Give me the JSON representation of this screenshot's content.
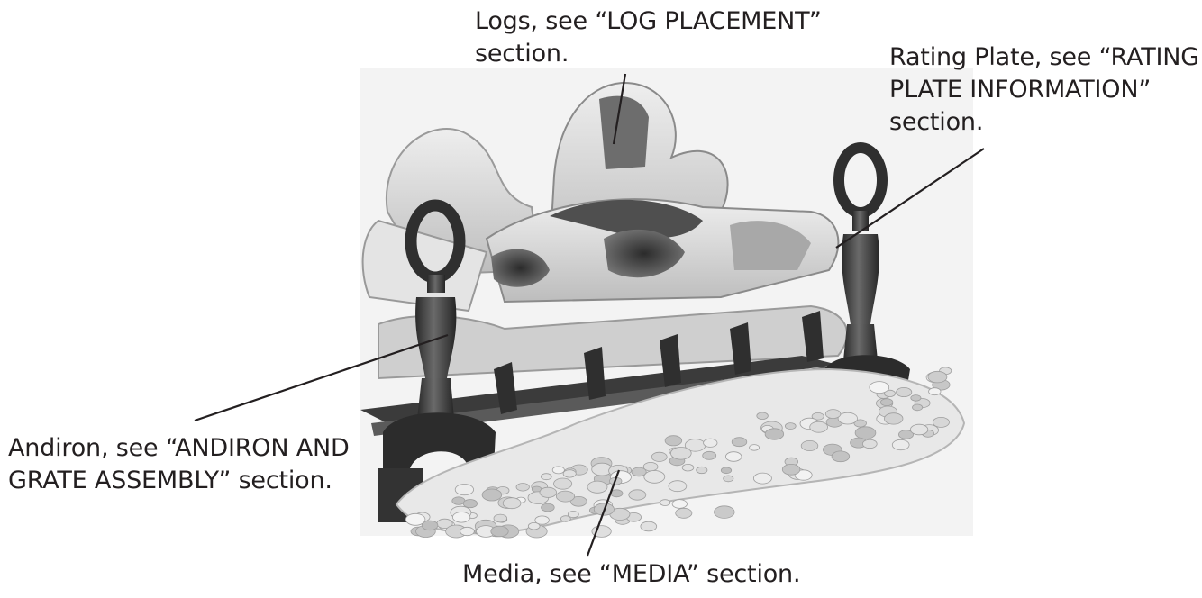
{
  "callouts": {
    "logs": {
      "line1": "Logs, see “LOG PLACEMENT”",
      "line2": "section."
    },
    "rating_plate": {
      "line1": "Rating Plate, see “RATING",
      "line2": "PLATE INFORMATION”",
      "line3": "section."
    },
    "andiron": {
      "line1": "Andiron, see “ANDIRON AND",
      "line2": "GRATE ASSEMBLY” section."
    },
    "media": {
      "line1": "Media, see “MEDIA” section."
    }
  },
  "colors": {
    "text": "#231f20",
    "leader": "#231f20",
    "metal": "#3a3a3a",
    "log_light": "#d9d9d9",
    "log_dark": "#555555",
    "media": "#e6e6e6"
  }
}
